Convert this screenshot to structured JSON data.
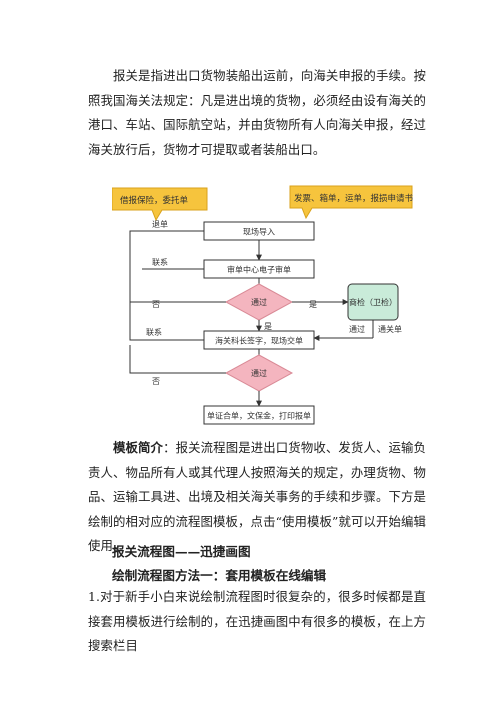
{
  "paragraph1": "报关是指进出口货物装船出运前，向海关申报的手续。按照我国海关法规定：凡是进出境的货物，必须经由设有海关的港口、车站、国际航空站，并由货物所有人向海关申报，经过海关放行后，货物才可提取或者装船出口。",
  "flowchart": {
    "note_left": "借报保险，委托单",
    "note_right": "发票、箱单，运单，报损申请书",
    "box1": "现场导入",
    "box2": "审单中心电子审单",
    "diamond1": "通过",
    "box_inspect": "商检（卫检）",
    "box3": "海关科长签字，现场交单",
    "diamond2": "通过",
    "box_final": "单证合单，文保金，打印报单",
    "label_return": "退单",
    "label_contact1": "联系",
    "label_no1": "否",
    "label_yes1": "是",
    "label_yes2": "是",
    "label_contact2": "联系",
    "label_no2": "否",
    "label_pass": "通过",
    "label_clearance": "通关单",
    "colors": {
      "note_fill": "#f6c43d",
      "diamond_fill": "#f4b5bf",
      "inspect_fill": "#c9ebd9",
      "line": "#333333"
    }
  },
  "paragraph2": {
    "lead": "模板简介",
    "body": "：报关流程图是进出口货物收、发货人、运输负责人、物品所有人或其代理人按照海关的规定，办理货物、物品、运输工具进、出境及相关海关事务的手续和步骤。下方是绘制的相对应的流程图模板，点击“使用模板”就可以开始编辑使用。"
  },
  "heading1": "报关流程图——迅捷画图",
  "heading2": "绘制流程图方法一：套用模板在线编辑",
  "paragraph3": "1.对于新手小白来说绘制流程图时很复杂的，很多时候都是直接套用模板进行绘制的，在迅捷画图中有很多的模板，在上方搜索栏目"
}
